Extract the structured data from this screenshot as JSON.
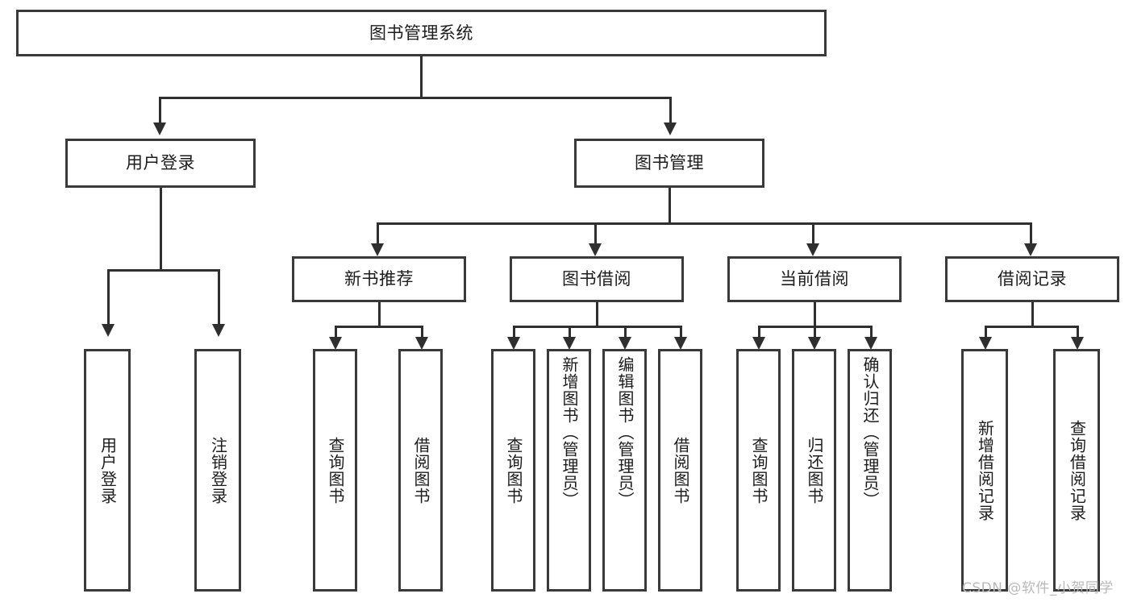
{
  "diagram": {
    "title": "图书管理系统",
    "type": "tree-hierarchy-chart",
    "root": {
      "label": "图书管理系统"
    },
    "level2": [
      {
        "label": "用户登录"
      },
      {
        "label": "图书管理"
      }
    ],
    "level3": [
      {
        "label": "新书推荐"
      },
      {
        "label": "图书借阅"
      },
      {
        "label": "当前借阅"
      },
      {
        "label": "借阅记录"
      }
    ],
    "leaves": {
      "user_login": [
        {
          "label": "用户登录"
        },
        {
          "label": "注销登录"
        }
      ],
      "new_book_recommend": [
        {
          "label": "查询图书"
        },
        {
          "label": "借阅图书"
        }
      ],
      "book_borrow": [
        {
          "label": "查询图书"
        },
        {
          "label": "新增图书（管理员）"
        },
        {
          "label": "编辑图书（管理员）"
        },
        {
          "label": "借阅图书"
        }
      ],
      "current_borrow": [
        {
          "label": "查询图书"
        },
        {
          "label": "归还图书"
        },
        {
          "label": "确认归还（管理员）"
        }
      ],
      "borrow_record": [
        {
          "label": "新增借阅记录"
        },
        {
          "label": "查询借阅记录"
        }
      ]
    }
  },
  "watermark": {
    "text": "CSDN @软件_小贺同学"
  },
  "colors": {
    "border": "#3a3a3a",
    "line": "#2f2f2f",
    "background": "#ffffff",
    "text": "#1c1c1c",
    "watermark": "#b9b9b9"
  }
}
